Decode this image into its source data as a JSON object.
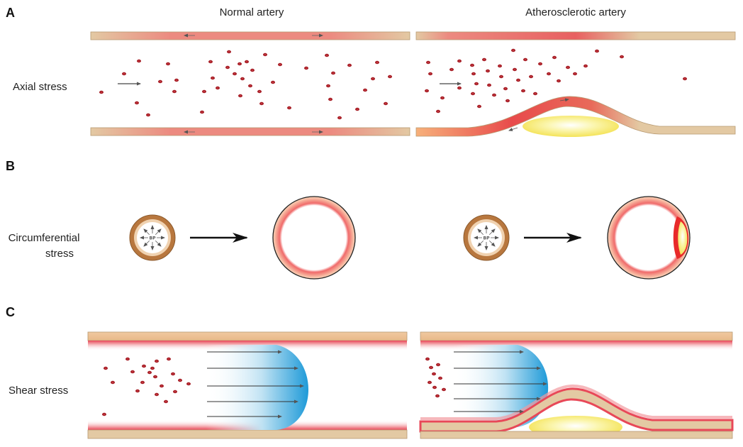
{
  "panels": [
    {
      "letter": "A",
      "label": "Axial stress"
    },
    {
      "letter": "B",
      "label_line1": "Circumferential",
      "label_line2": "stress"
    },
    {
      "letter": "C",
      "label": "Shear stress"
    }
  ],
  "columns": [
    "Normal artery",
    "Atherosclerotic artery"
  ],
  "bp_label": "BP",
  "colors": {
    "vessel_wall": "#e3c9a3",
    "vessel_outline": "#b89a72",
    "stress_red": "#e05a5a",
    "blood_cell": "#a51c24",
    "plaque": "#f7ec7a",
    "flow_blue": "#2aa4de",
    "ring_outer": "#b8773e",
    "ring_pink": "#f4a090"
  }
}
